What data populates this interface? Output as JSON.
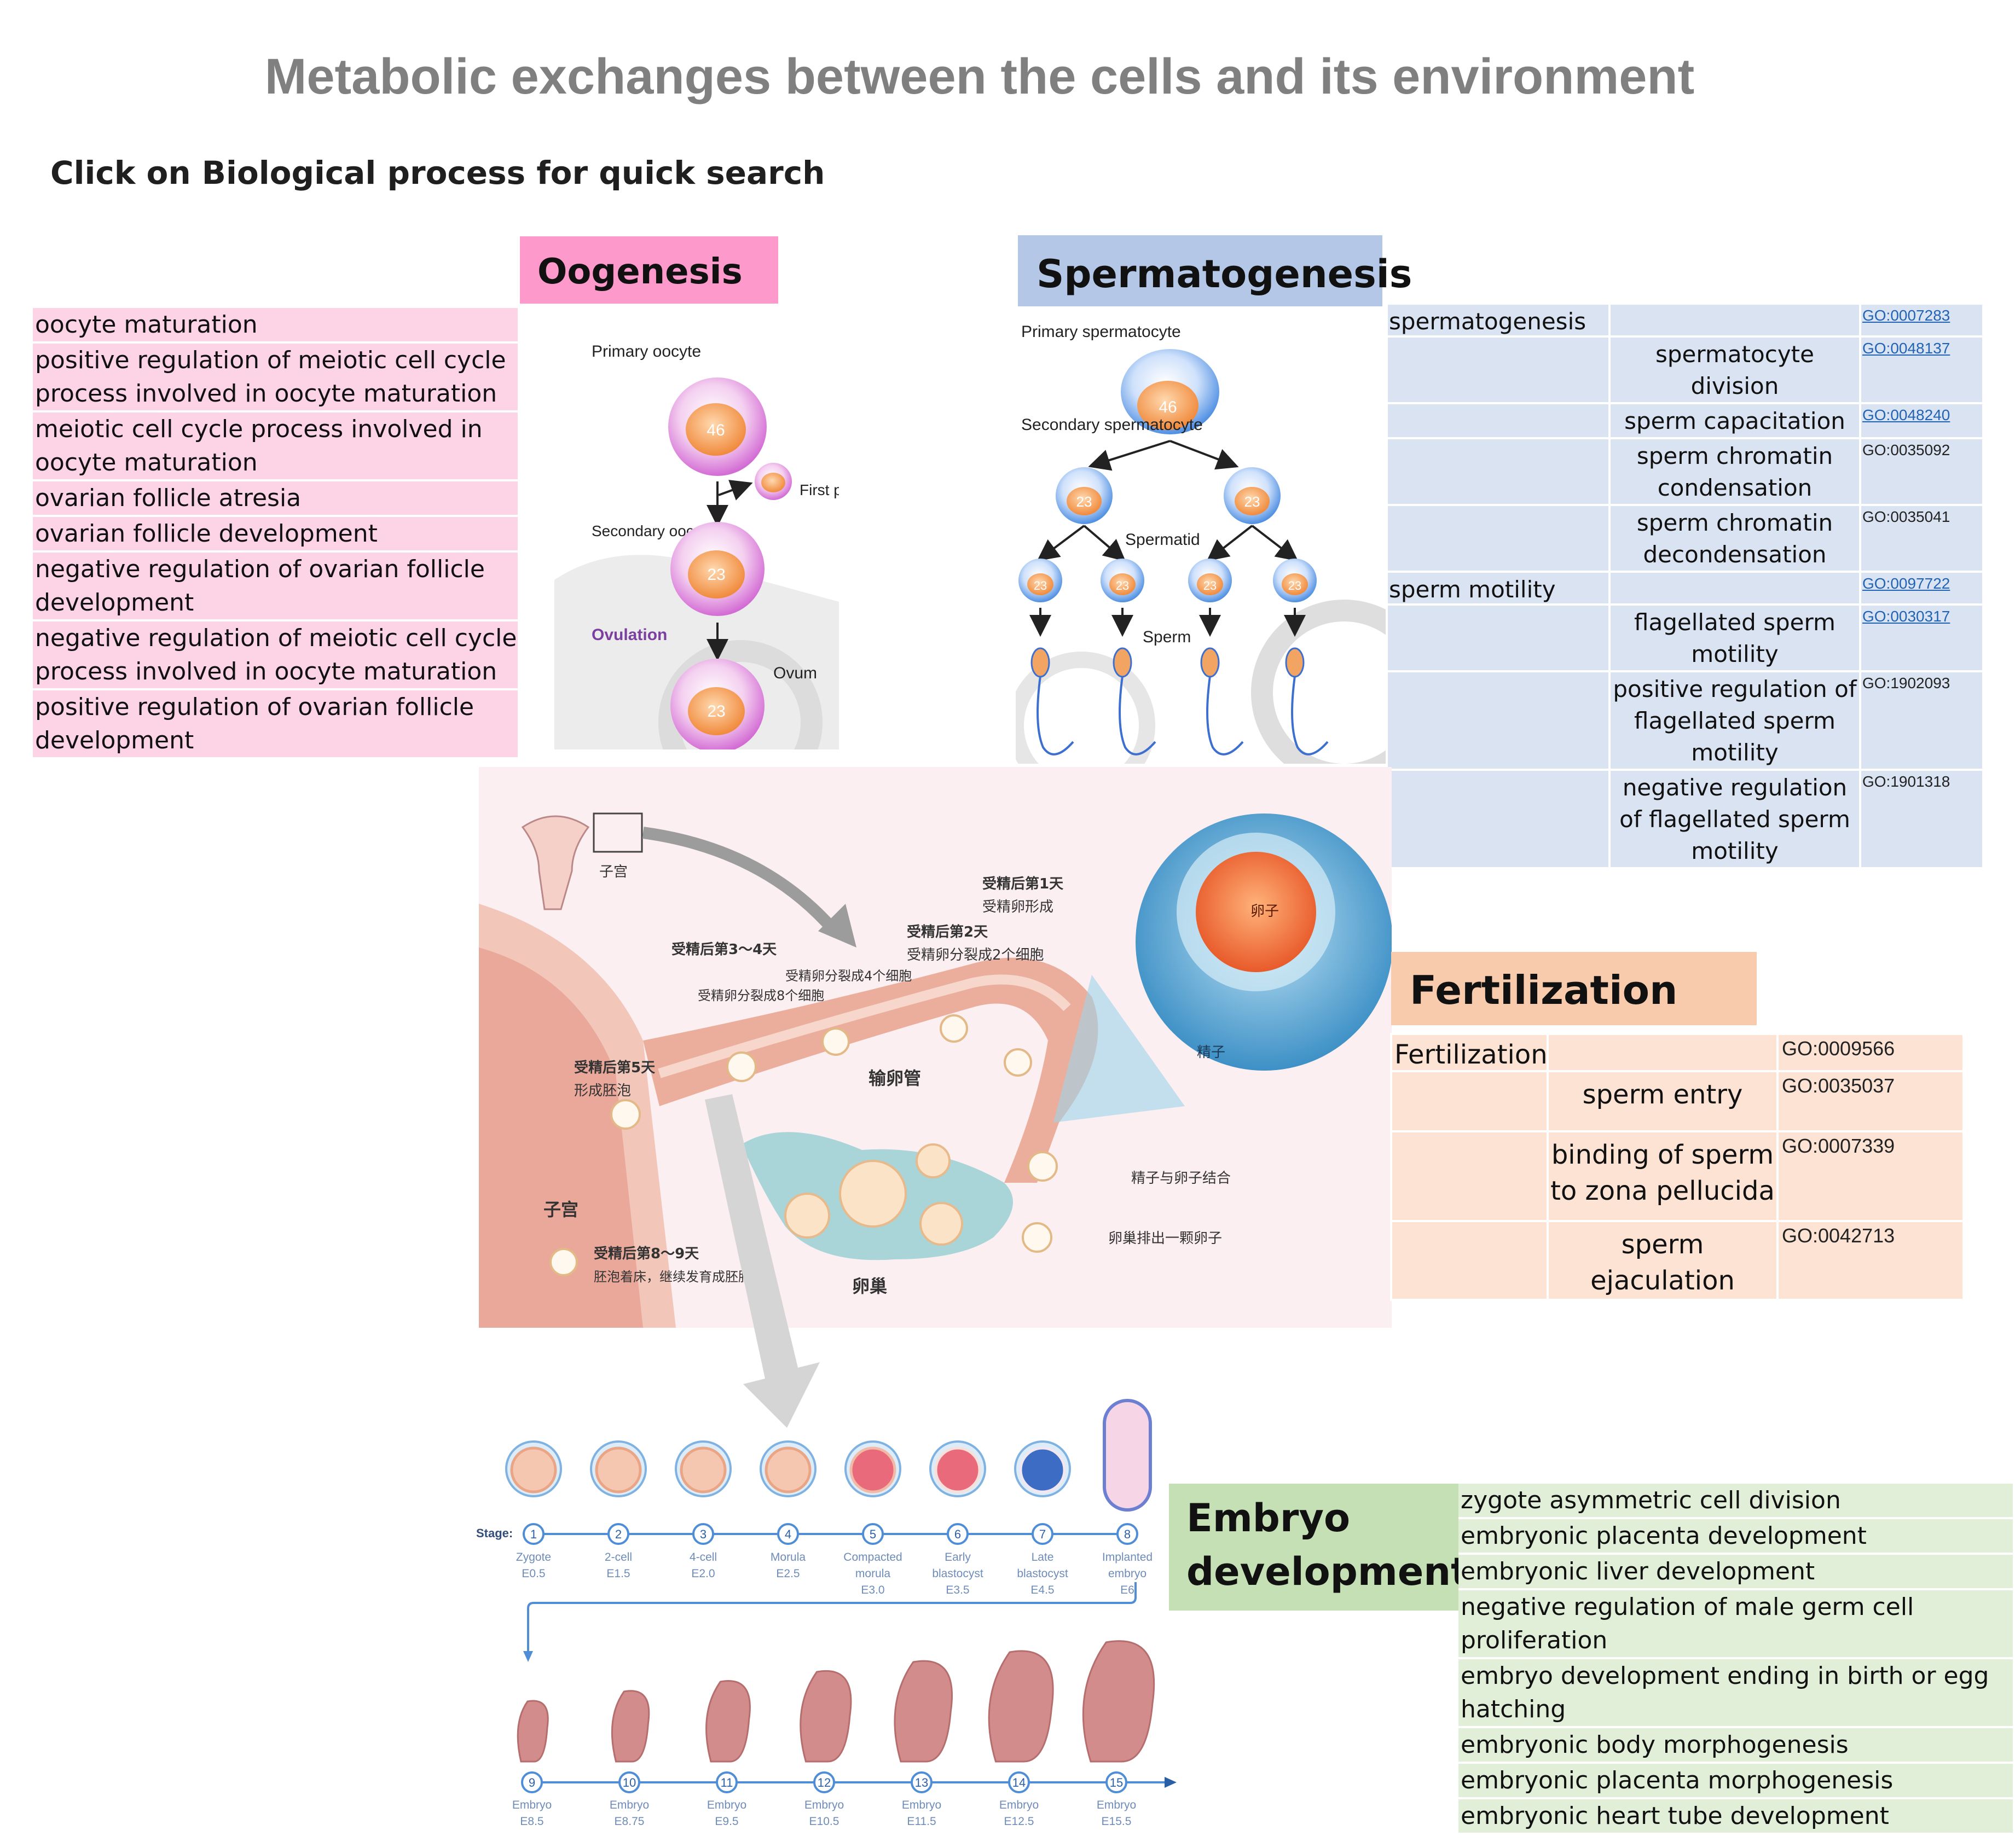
{
  "title": "Metabolic exchanges between the cells and its environment",
  "subtitle": "Click on Biological process for quick search",
  "oogenesis": {
    "header": "Oogenesis",
    "items": [
      "oocyte maturation",
      "positive regulation of meiotic cell cycle process involved in oocyte maturation",
      "meiotic cell cycle process involved in oocyte maturation",
      "ovarian follicle atresia",
      "ovarian follicle development",
      "negative regulation of ovarian follicle development",
      "negative regulation of meiotic cell cycle process involved in oocyte maturation",
      "positive regulation of ovarian follicle development"
    ],
    "figure": {
      "primary_oocyte": "Primary oocyte",
      "secondary_oocyte": "Secondary oocyte",
      "first_polar_body": "First polar body",
      "ovulation": "Ovulation",
      "ovum": "Ovum",
      "n46": "46",
      "n23": "23"
    }
  },
  "spermatogenesis": {
    "header": "Spermatogenesis",
    "rows": [
      {
        "parent": "spermatogenesis",
        "child": "",
        "go": "GO:0007283",
        "link": true
      },
      {
        "parent": "",
        "child": "spermatocyte division",
        "go": "GO:0048137",
        "link": true
      },
      {
        "parent": "",
        "child": "sperm capacitation",
        "go": "GO:0048240",
        "link": true
      },
      {
        "parent": "",
        "child": "sperm chromatin condensation",
        "go": "GO:0035092",
        "link": false
      },
      {
        "parent": "",
        "child": "sperm chromatin decondensation",
        "go": "GO:0035041",
        "link": false
      },
      {
        "parent": "sperm motility",
        "child": "",
        "go": "GO:0097722",
        "link": true
      },
      {
        "parent": "",
        "child": "flagellated sperm motility",
        "go": "GO:0030317",
        "link": true
      },
      {
        "parent": "",
        "child": "positive regulation of flagellated sperm motility",
        "go": "GO:1902093",
        "link": false
      },
      {
        "parent": "",
        "child": "negative regulation of flagellated sperm motility",
        "go": "GO:1901318",
        "link": false
      }
    ],
    "figure": {
      "primary": "Primary spermatocyte",
      "secondary": "Secondary spermatocyte",
      "spermatid": "Spermatid",
      "sperm": "Sperm",
      "n46": "46",
      "n23": "23"
    }
  },
  "fertilization": {
    "header": "Fertilization",
    "rows": [
      {
        "parent": "Fertilization",
        "child": "",
        "go": "GO:0009566"
      },
      {
        "parent": "",
        "child": "sperm entry",
        "go": "GO:0035037"
      },
      {
        "parent": "",
        "child": "binding of sperm to zona pellucida",
        "go": "GO:0007339"
      },
      {
        "parent": "",
        "child": "sperm ejaculation",
        "go": "GO:0042713"
      }
    ]
  },
  "uterus_figure": {
    "uterus_small": "子宫",
    "day1_title": "受精后第1天",
    "day1_text": "受精卵形成",
    "day2_title": "受精后第2天",
    "day2_text": "受精卵分裂成2个细胞",
    "day34_title": "受精后第3～4天",
    "day34_text_a": "受精卵分裂成8个细胞",
    "day34_text_b": "受精卵分裂成4个细胞",
    "day5_title": "受精后第5天",
    "day5_text": "形成胚泡",
    "day89_title": "受精后第8～9天",
    "day89_text": "胚泡着床，继续发育成胚胎",
    "oviduct": "输卵管",
    "uterus": "子宫",
    "ovary": "卵巢",
    "egg": "卵子",
    "sperm": "精子",
    "sperm_egg": "精子与卵子结合",
    "ovulate": "卵巢排出一颗卵子"
  },
  "embryo": {
    "header": "Embryo development",
    "items": [
      "zygote asymmetric cell division",
      "embryonic placenta development",
      "embryonic liver development",
      "negative regulation of male germ cell proliferation",
      "embryo development ending in birth or egg hatching",
      "embryonic body morphogenesis",
      "embryonic placenta morphogenesis",
      "embryonic heart tube development"
    ],
    "stage_label": "Stage:",
    "stages": [
      {
        "n": "1",
        "name": "Zygote",
        "day": "E0.5"
      },
      {
        "n": "2",
        "name": "2-cell",
        "day": "E1.5"
      },
      {
        "n": "3",
        "name": "4-cell",
        "day": "E2.0"
      },
      {
        "n": "4",
        "name": "Morula",
        "day": "E2.5"
      },
      {
        "n": "5",
        "name": "Compacted morula",
        "day": "E3.0"
      },
      {
        "n": "6",
        "name": "Early blastocyst",
        "day": "E3.5"
      },
      {
        "n": "7",
        "name": "Late blastocyst",
        "day": "E4.5"
      },
      {
        "n": "8",
        "name": "Implanted embryo",
        "day": "E6"
      }
    ],
    "stages2": [
      {
        "n": "9",
        "name": "Embryo",
        "day": "E8.5"
      },
      {
        "n": "10",
        "name": "Embryo",
        "day": "E8.75"
      },
      {
        "n": "11",
        "name": "Embryo",
        "day": "E9.5"
      },
      {
        "n": "12",
        "name": "Embryo",
        "day": "E10.5"
      },
      {
        "n": "13",
        "name": "Embryo",
        "day": "E11.5"
      },
      {
        "n": "14",
        "name": "Embryo",
        "day": "E12.5"
      },
      {
        "n": "15",
        "name": "Embryo",
        "day": "E15.5"
      }
    ]
  },
  "colors": {
    "pink": "#fdd3e6",
    "pink_header": "#fe99cb",
    "blue": "#dae3f2",
    "blue_header": "#b4c7e7",
    "peach": "#fce3d4",
    "peach_header": "#f8cbad",
    "green": "#e1efd8",
    "green_header": "#c5e0b4",
    "link": "#2163b5"
  }
}
